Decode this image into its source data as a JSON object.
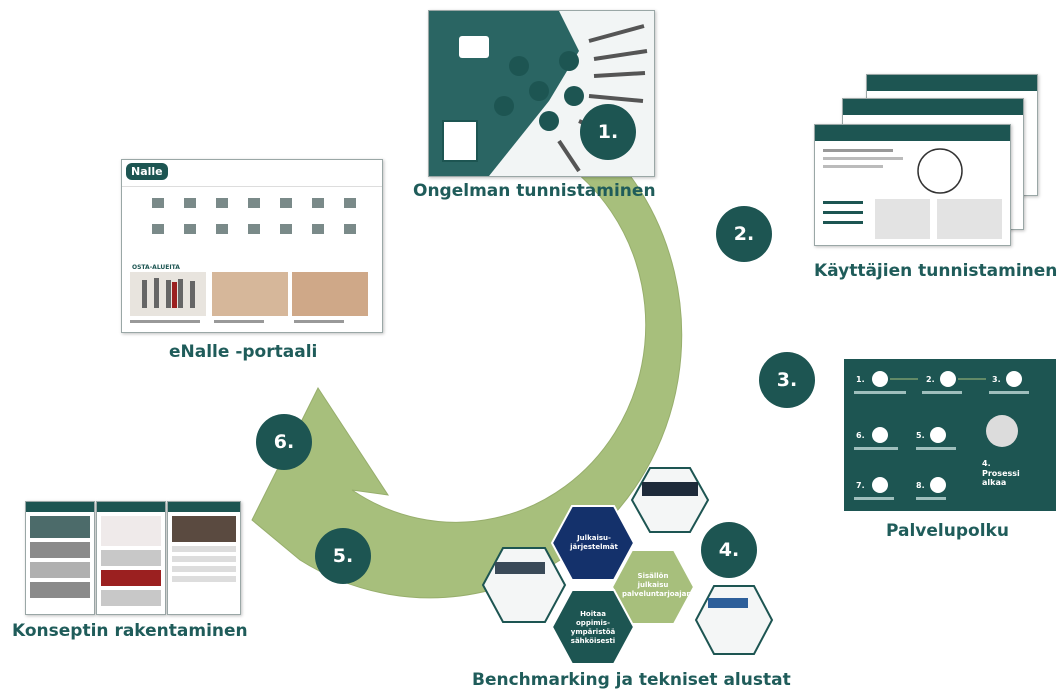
{
  "captions": {
    "ongelman": "Ongelman tunnistaminen",
    "kayttajien": "Käyttäjien tunnistaminen",
    "palvelupolku": "Palvelupolku",
    "benchmarking": "Benchmarking ja tekniset alustat",
    "konseptin": "Konseptin rakentaminen",
    "enalle": "eNalle -portaali"
  },
  "steps": [
    "1.",
    "2.",
    "3.",
    "4.",
    "5.",
    "6."
  ],
  "colors": {
    "arrow": "#a7bf7c",
    "dark_teal": "#1d5552",
    "caption": "#1f5c5a",
    "navy": "#14316b"
  },
  "portal": {
    "logo": "Nalle",
    "section_heading": "OSTA-ALUEITA"
  },
  "palvelupolku_panel": {
    "nodes": [
      "1.",
      "2.",
      "3.",
      "6.",
      "5.",
      "4.",
      "7.",
      "8."
    ],
    "node4_text": "Prosessi alkaa"
  },
  "hexagons": {
    "navy": "Julkaisu-järjestelmät",
    "green": "Sisällön julkaisu palveluntarjoajana",
    "teal": "Hoitaa oppimis-ympäristöä sähköisesti"
  }
}
